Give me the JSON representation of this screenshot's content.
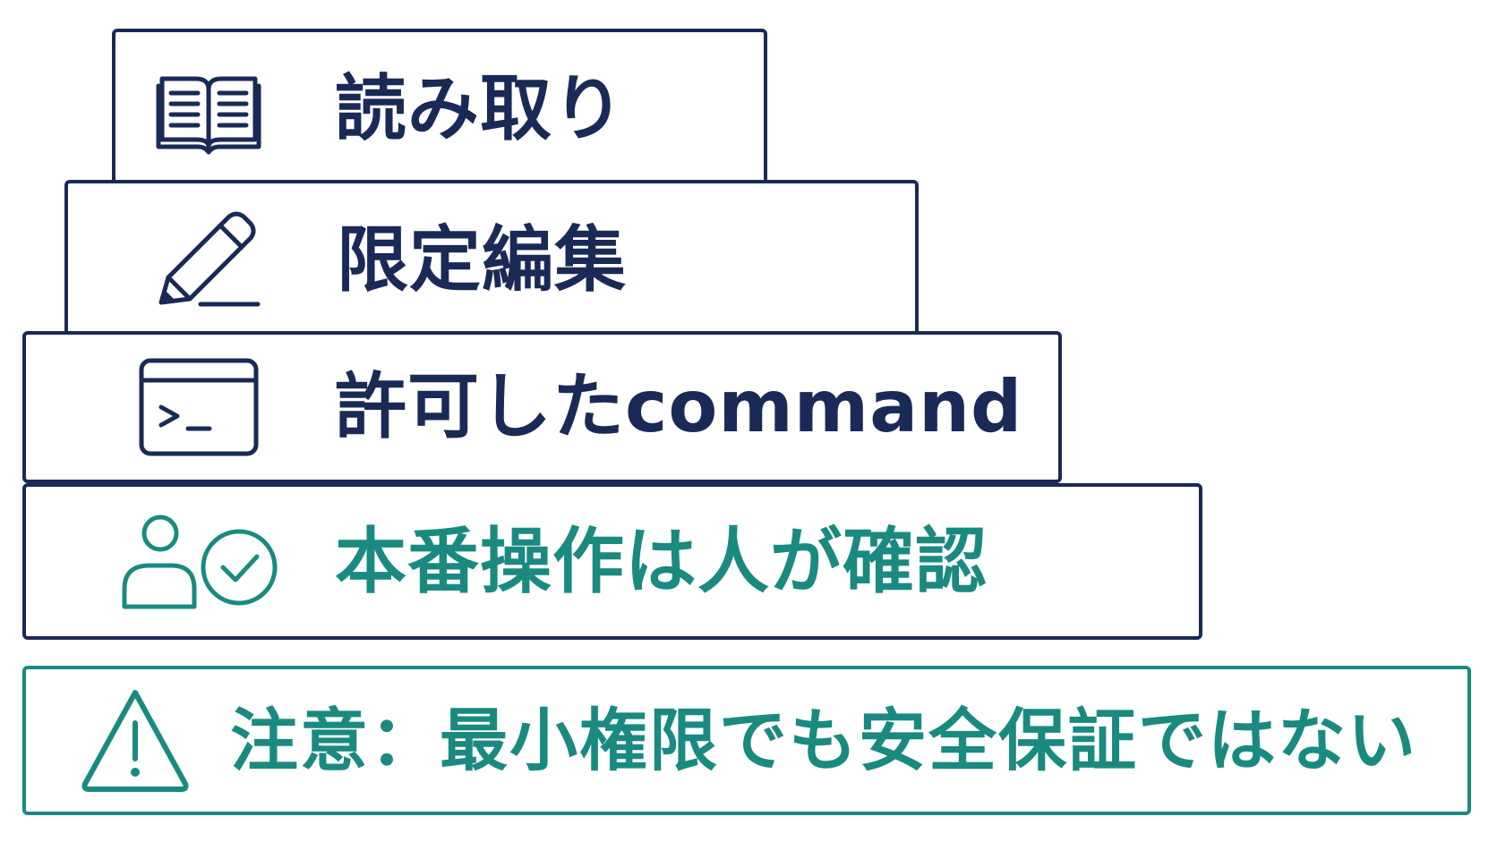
{
  "steps": [
    {
      "id": "read",
      "label": "読み取り",
      "icon": "book-icon"
    },
    {
      "id": "edit",
      "label": "限定編集",
      "icon": "pencil-icon"
    },
    {
      "id": "cmd",
      "label": "許可したcommand",
      "icon": "terminal-icon"
    },
    {
      "id": "human",
      "label": "本番操作は人が確認",
      "icon": "person-check-icon"
    }
  ],
  "warning": {
    "label": "注意：最小権限でも安全保証ではない",
    "icon": "warning-triangle-icon"
  },
  "colors": {
    "navy": "#1a2a57",
    "teal": "#1a8a80"
  }
}
